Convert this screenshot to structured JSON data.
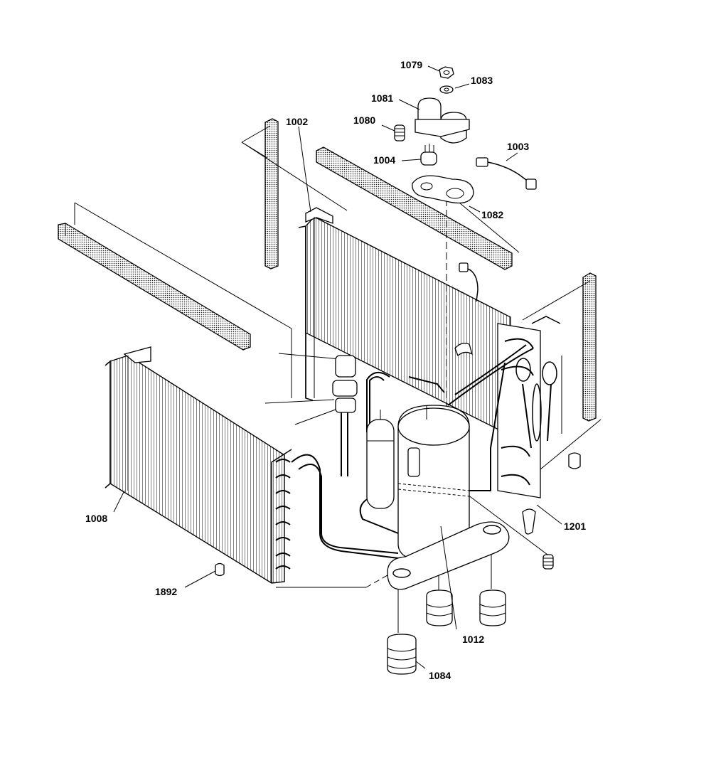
{
  "parts": {
    "p1079": "1079",
    "p1083": "1083",
    "p1081": "1081",
    "p1080": "1080",
    "p1004": "1004",
    "p1003": "1003",
    "p1002": "1002",
    "p1082": "1082",
    "p1008": "1008",
    "p1201": "1201",
    "p1892": "1892",
    "p1012": "1012",
    "p1084": "1084"
  }
}
